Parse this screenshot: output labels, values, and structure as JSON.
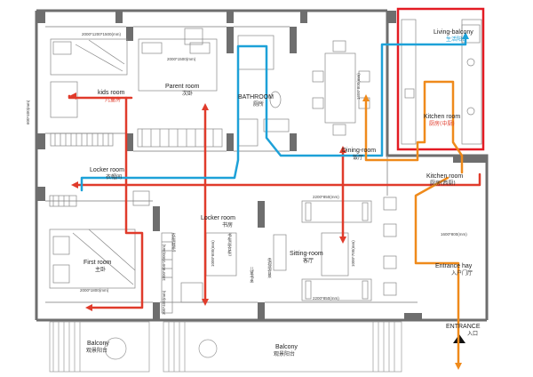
{
  "rooms": {
    "living_balcony": {
      "en": "Living-balcony",
      "zh": "生活阳台"
    },
    "kids_room": {
      "en": "kids room",
      "zh": "儿童房"
    },
    "parent_room": {
      "en": "Parent room",
      "zh": "次卧"
    },
    "bathroom": {
      "en": "BATHROOM",
      "zh": "厕所"
    },
    "kitchen_room": {
      "en": "Kitchen room",
      "zh": "厨房(中厨)"
    },
    "dining_room": {
      "en": "Dining-room",
      "zh": "饭厅"
    },
    "locker_room_1": {
      "en": "Locker room",
      "zh": "衣帽间"
    },
    "kitchen_room_west": {
      "en": "Kitchen room",
      "zh": "厨房(西厨)"
    },
    "locker_room_2": {
      "en": "Locker room",
      "zh": "书房"
    },
    "sitting_room": {
      "en": "Sitting-room",
      "zh": "客厅"
    },
    "first_room": {
      "en": "First room",
      "zh": "主卧"
    },
    "entrance_hay": {
      "en": "Entrance hay",
      "zh": "入户门厅"
    },
    "entrance": {
      "en": "ENTRANCE",
      "zh": "入口"
    },
    "balcony_left": {
      "en": "Balcony",
      "zh": "观景阳台"
    },
    "balcony_right": {
      "en": "Balcony",
      "zh": "观景阳台"
    }
  },
  "dimensions": {
    "kids_bed": "2000*1200*1500(mm)",
    "parent_bed": "2000*1500(mm)",
    "dining_table": "1600*800(mm)",
    "sofa_top": "2200*850(mm)",
    "coffee_table": "1600*800(mm)",
    "sitting_table": "1000*700(mm)",
    "sofa_bottom": "2200*850(mm)",
    "first_bed": "2000*1800(mm)",
    "wardrobe_left": "600*400(mm)",
    "locker_shelf": "1800*600*2000(mm)",
    "desk": "1000*600(mm)",
    "chair_dim": "300*400(mm)"
  },
  "vertical_notes": {
    "wardrobe_note": "衣柜(鞋柜)",
    "shelf_note": "书柜(组合柜)",
    "desk_note": "儿童书桌",
    "tv_note": "电视墙背景"
  },
  "colors": {
    "wall": "#6e6e6e",
    "red_path": "#e03b2b",
    "blue_path": "#1da1d8",
    "orange_path": "#ef8a1b",
    "highlight_box": "#e31b23"
  }
}
